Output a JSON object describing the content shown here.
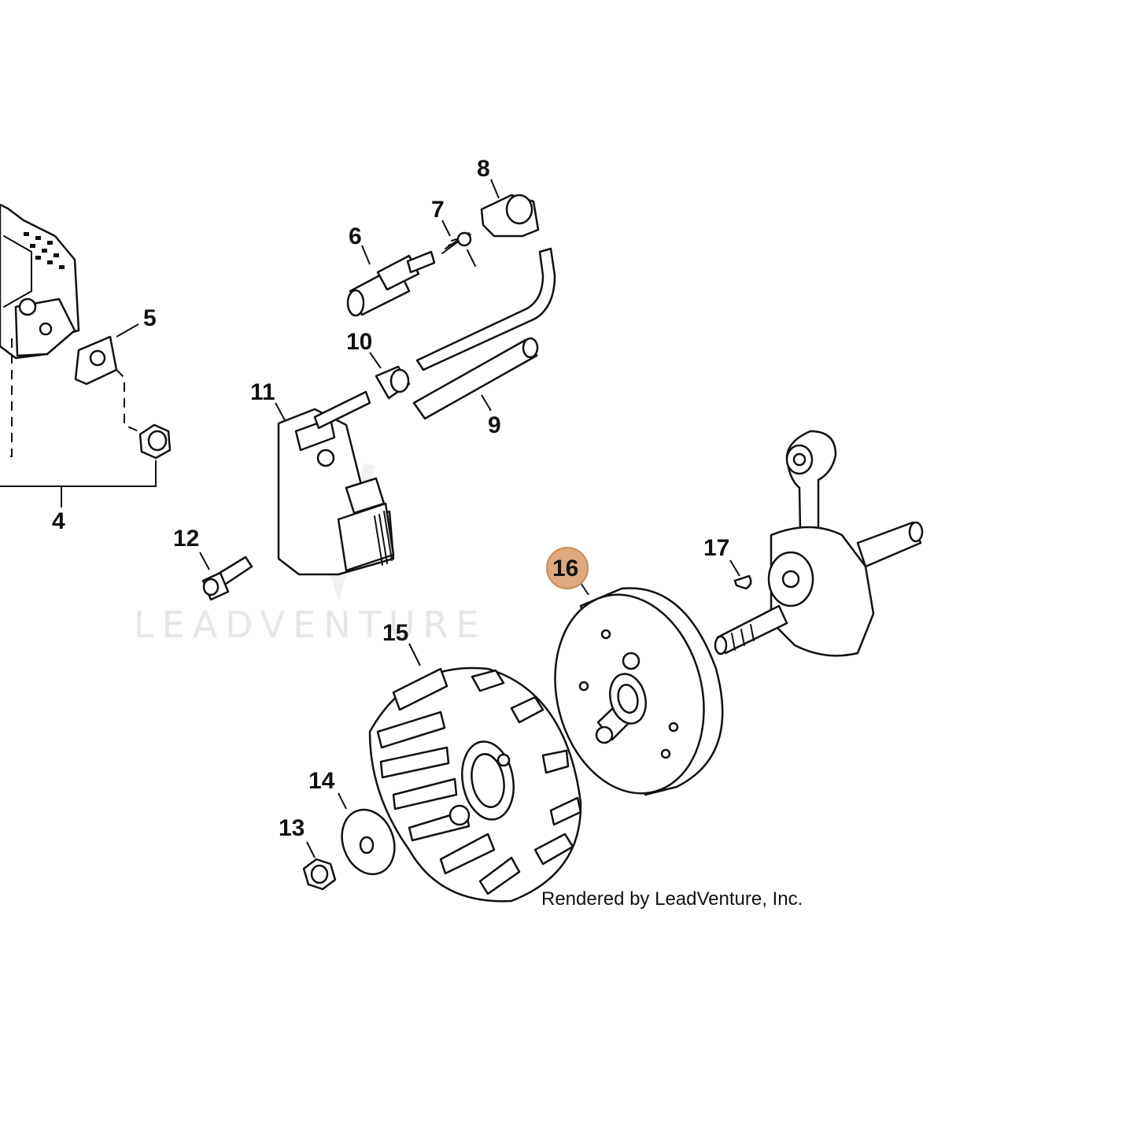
{
  "watermark_text": "LEADVENTURE",
  "credit_text": "Rendered by LeadVenture, Inc.",
  "highlight_color": "#e0a87d",
  "highlight_stroke": "#c98a55",
  "parts": {
    "p4": "4",
    "p5": "5",
    "p6": "6",
    "p7": "7",
    "p8": "8",
    "p9": "9",
    "p10": "10",
    "p11": "11",
    "p12": "12",
    "p13": "13",
    "p14": "14",
    "p15": "15",
    "p16": "16",
    "p17": "17"
  },
  "highlighted_part": "16"
}
